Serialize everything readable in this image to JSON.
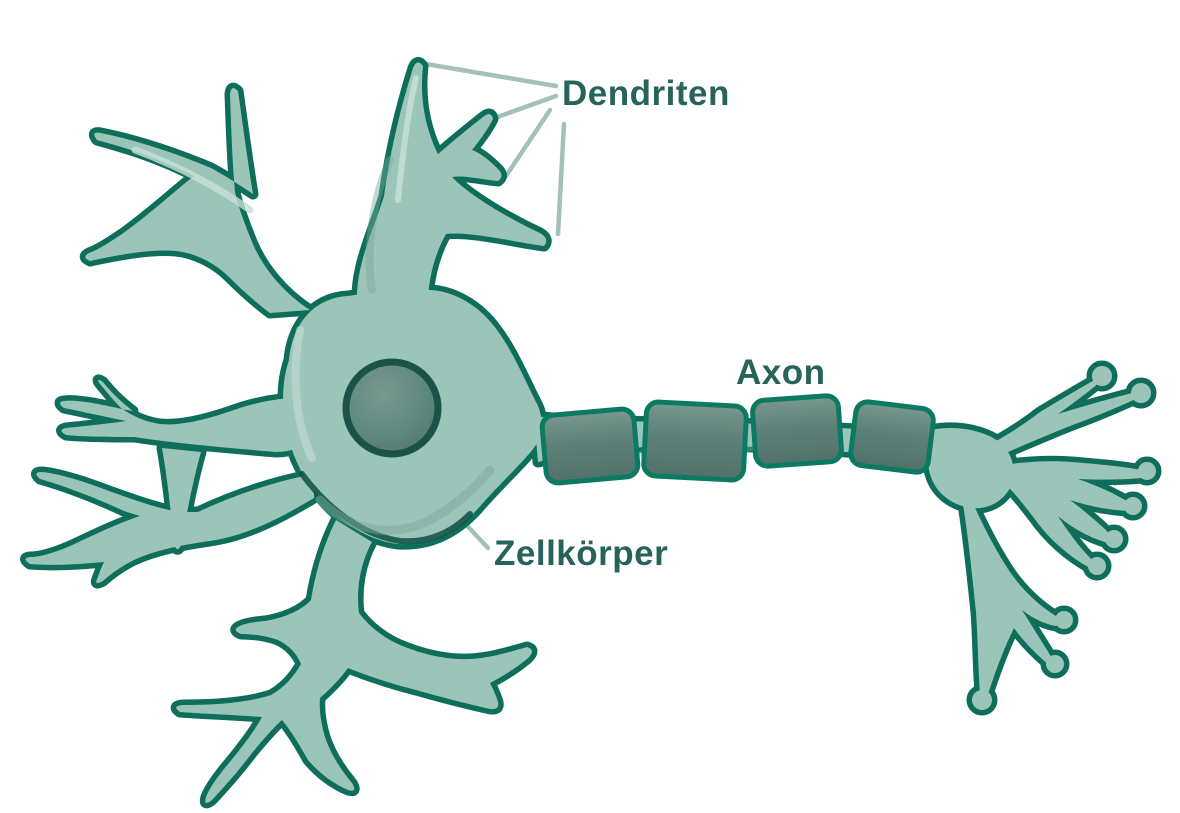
{
  "diagram": {
    "subject": "neuron",
    "labels": {
      "dendrites": "Dendriten",
      "axon": "Axon",
      "cell_body": "Zellkörper"
    }
  },
  "colors": {
    "background": "#ffffff",
    "label_text": "#27635a",
    "outline": "#0e6e5b",
    "outline_dark": "#0d4f44",
    "cell_fill": "#9cc5ba",
    "cell_highlight": "#c9e0d8",
    "cell_shadow": "#7ba89a",
    "nucleus_fill": "#5f8a80",
    "nucleus_rim": "#1b5248",
    "myelin_fill": "#5d8178",
    "myelin_light": "#79978e",
    "myelin_dark": "#50716a",
    "myelin_outline": "#0c7a63",
    "leader_line": "#a5c0b8"
  }
}
